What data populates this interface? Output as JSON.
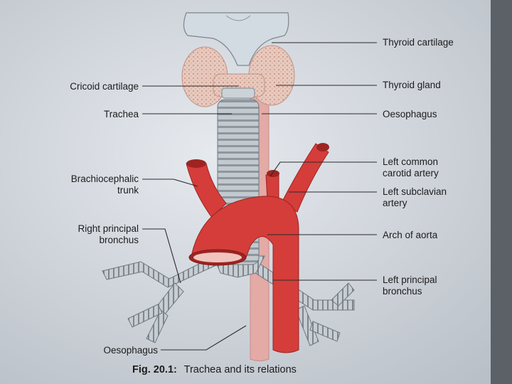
{
  "labels": {
    "thyroid_cartilage": "Thyroid cartilage",
    "cricoid_cartilage": "Cricoid cartilage",
    "thyroid_gland": "Thyroid gland",
    "trachea": "Trachea",
    "oesophagus_upper": "Oesophagus",
    "left_common_carotid_line1": "Left common",
    "left_common_carotid_line2": "carotid artery",
    "brachiocephalic_line1": "Brachiocephalic",
    "brachiocephalic_line2": "trunk",
    "left_subclavian_line1": "Left subclavian",
    "left_subclavian_line2": "artery",
    "right_principal_line1": "Right principal",
    "right_principal_line2": "bronchus",
    "arch_of_aorta": "Arch of aorta",
    "left_principal_line1": "Left principal",
    "left_principal_line2": "bronchus",
    "oesophagus_lower": "Oesophagus"
  },
  "caption": {
    "figure_number": "Fig. 20.1:",
    "title": "Trachea and its relations"
  },
  "colors": {
    "background": "#d8dde4",
    "artery": "#d43d3a",
    "artery_dark": "#9e2422",
    "oesophagus": "#e3aaa6",
    "cartilage_ring": "#bcc4ca",
    "thyroid_gland": "#e6c7bb",
    "thyroid_cartilage": "#d2dbe2"
  }
}
